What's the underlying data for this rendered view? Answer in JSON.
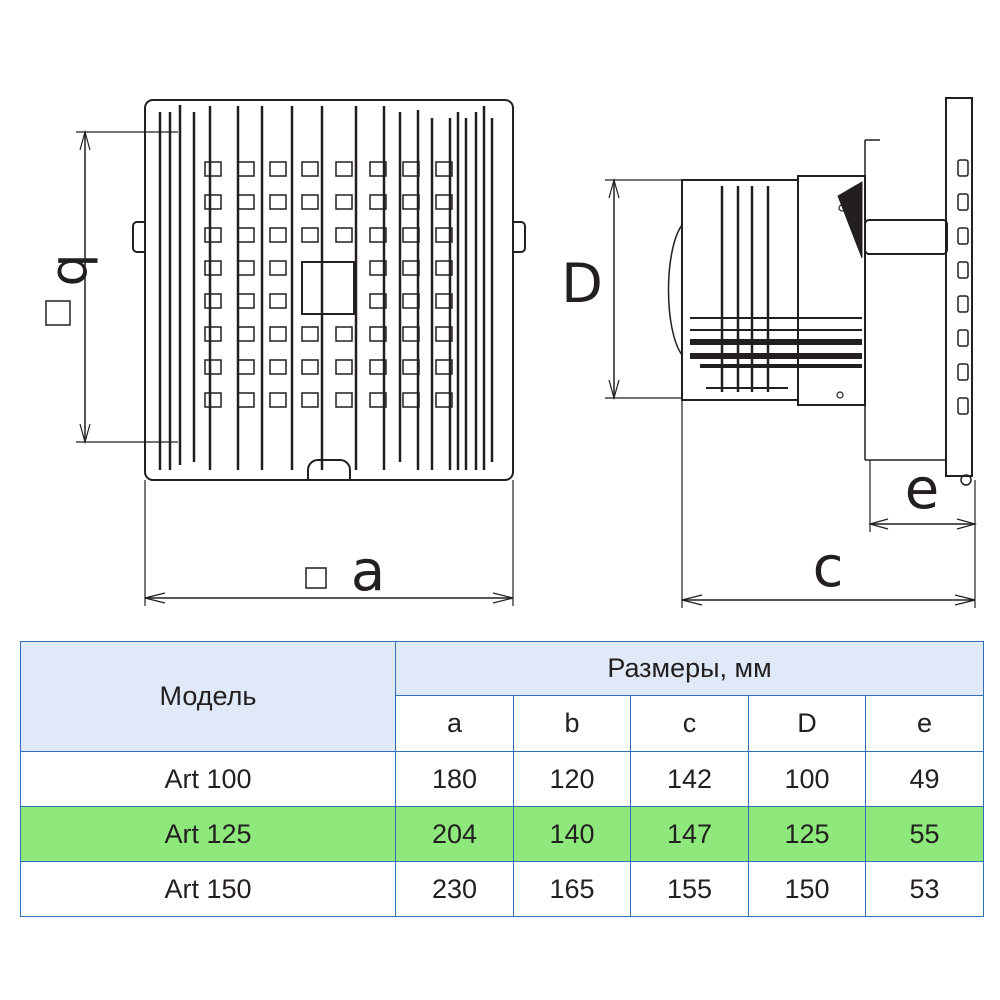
{
  "drawing": {
    "front_view": {
      "width_label": "a",
      "height_label": "b"
    },
    "side_view": {
      "diameter_label": "D",
      "depth_label": "c",
      "offset_label": "e"
    }
  },
  "table": {
    "header_model": "Модель",
    "header_dims": "Размеры, мм",
    "columns": [
      "a",
      "b",
      "c",
      "D",
      "e"
    ],
    "rows": [
      {
        "model": "Art 100",
        "values": [
          "180",
          "120",
          "142",
          "100",
          "49"
        ],
        "highlight": false
      },
      {
        "model": "Art 125",
        "values": [
          "204",
          "140",
          "147",
          "125",
          "55"
        ],
        "highlight": true
      },
      {
        "model": "Art 150",
        "values": [
          "230",
          "165",
          "155",
          "150",
          "53"
        ],
        "highlight": false
      }
    ]
  },
  "colors": {
    "border": "#2f6fb5",
    "header_bg": "#dfe9f7",
    "highlight_row": "#8ee87c",
    "line": "#231f20"
  }
}
